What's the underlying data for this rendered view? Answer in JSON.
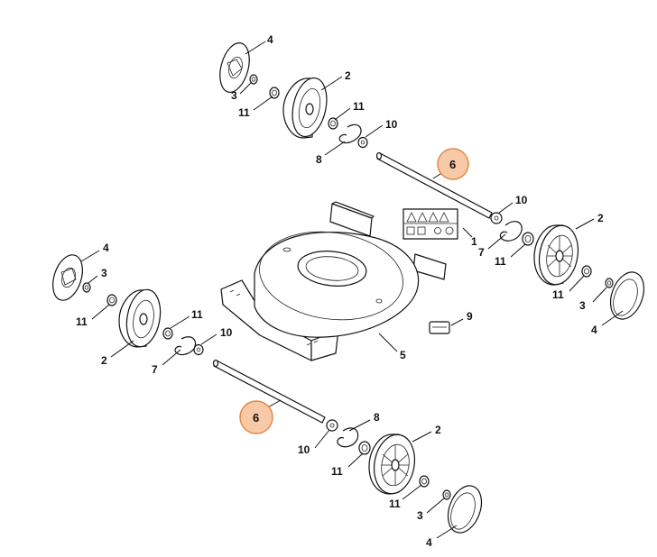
{
  "colors": {
    "highlight_fill": "#f7c9a6",
    "highlight_stroke": "#e08a4c",
    "line": "#111111"
  },
  "callouts": {
    "rear_right": {
      "hubcap": "4",
      "nut": "3",
      "bearing_outer": "11",
      "wheel": "2",
      "bearing_inner": "11",
      "clip": "8",
      "washer": "10"
    },
    "rear_axle": "6",
    "rear_left": {
      "washer": "10",
      "label_kit": "1",
      "clip": "7",
      "bearing_inner": "11",
      "wheel": "2",
      "bearing_outer": "11",
      "nut": "3",
      "hubcap": "4"
    },
    "front_left": {
      "hubcap": "4",
      "nut": "3",
      "bearing_outer": "11",
      "wheel": "2",
      "bearing_inner": "11",
      "clip": "7",
      "washer": "10"
    },
    "front_axle": "6",
    "deck": "5",
    "badge": "9",
    "front_right": {
      "clip": "8",
      "washer": "10",
      "bearing_inner": "11",
      "wheel": "2",
      "bearing_outer": "11",
      "nut": "3",
      "hubcap": "4"
    }
  }
}
